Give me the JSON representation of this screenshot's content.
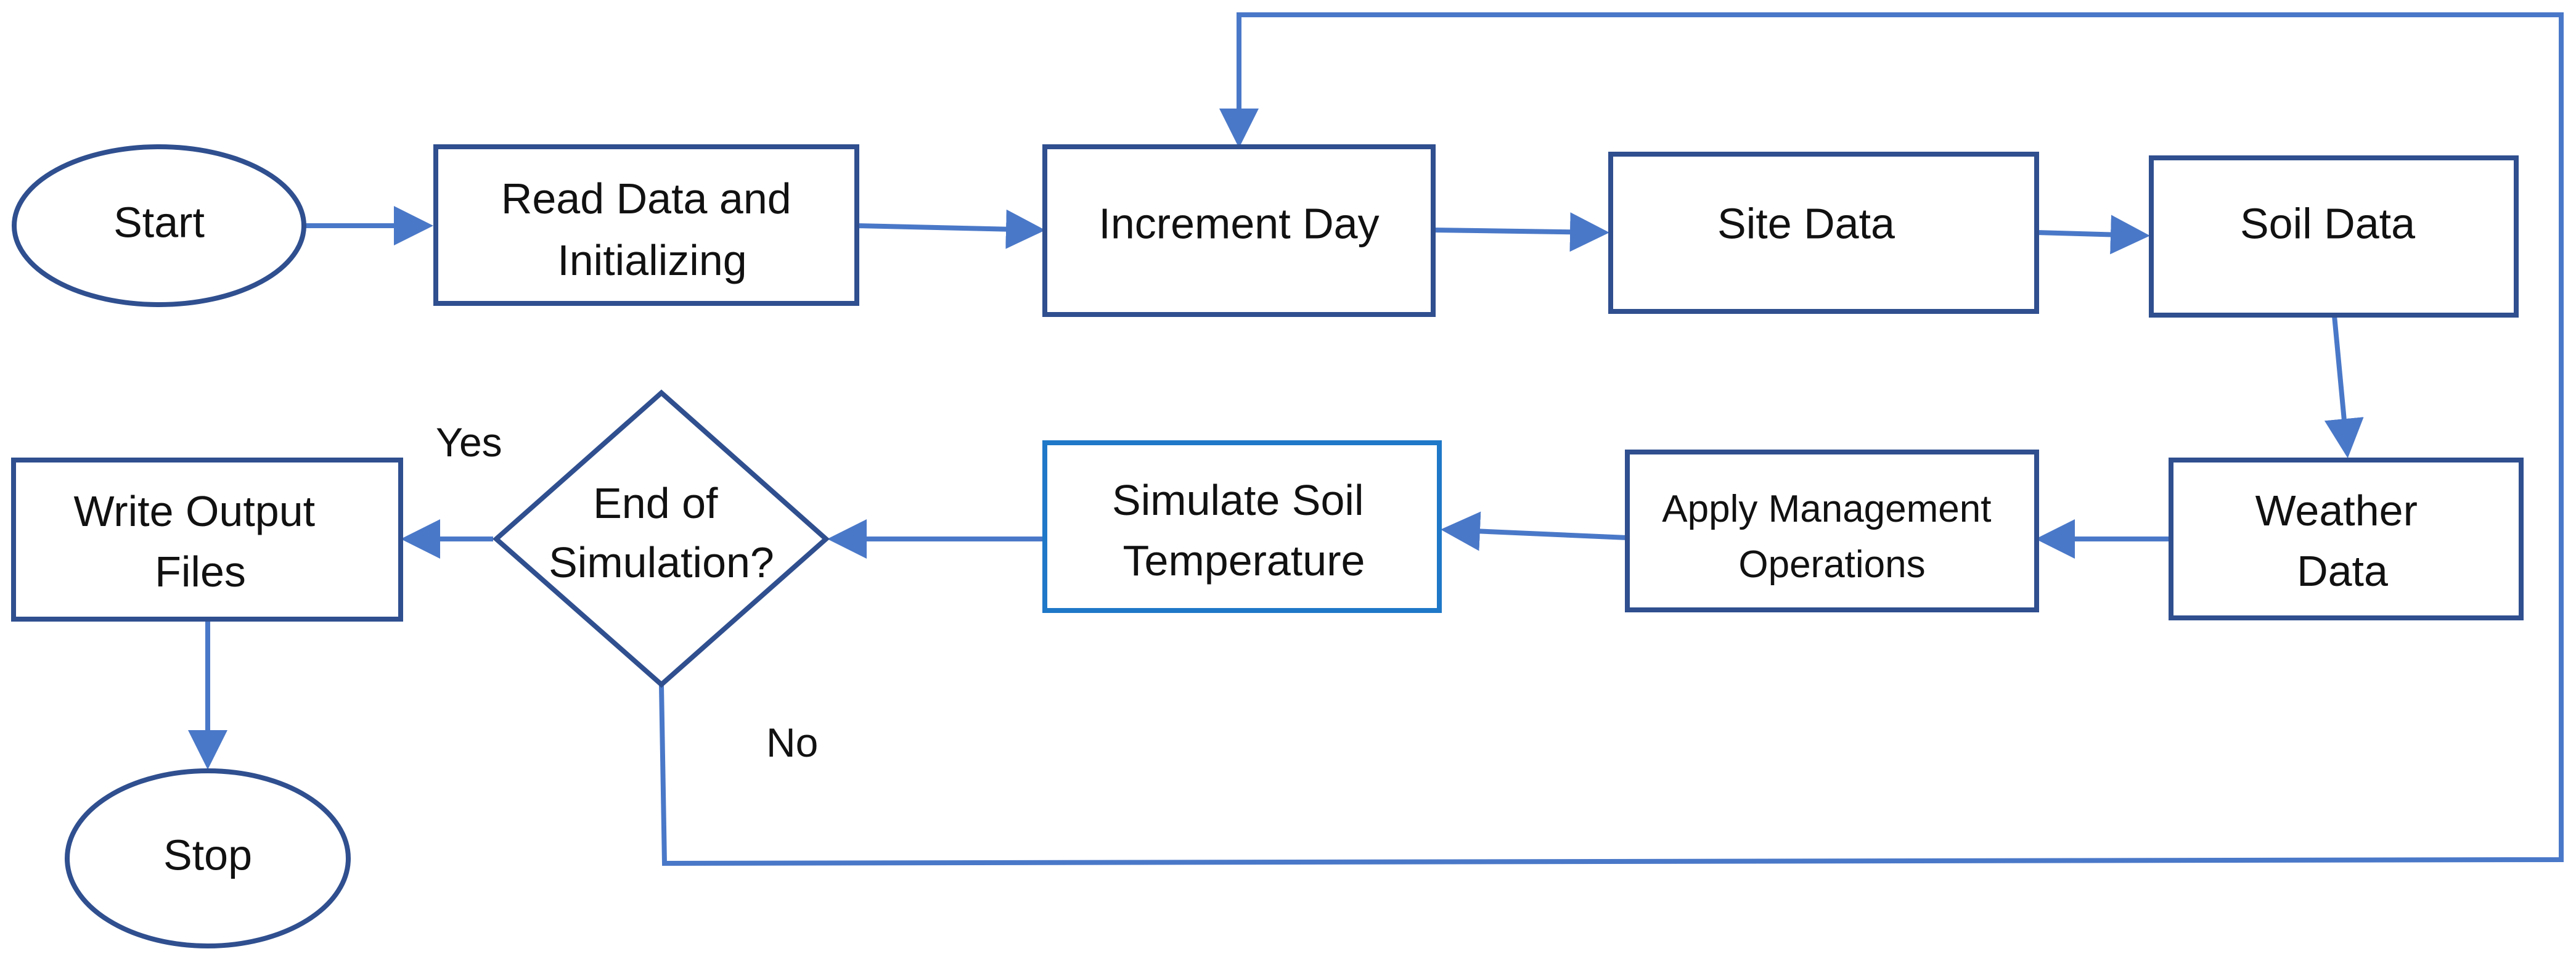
{
  "diagram": {
    "nodes": {
      "start": "Start",
      "read_data": [
        "Read Data and",
        "Initializing"
      ],
      "increment_day": "Increment Day",
      "site_data": "Site Data",
      "soil_data": "Soil Data",
      "weather_data": [
        "Weather",
        "Data"
      ],
      "apply_management": [
        "Apply Management",
        "Operations"
      ],
      "simulate_soil_temp": [
        "Simulate Soil",
        "Temperature"
      ],
      "end_of_simulation": [
        "End of",
        "Simulation?"
      ],
      "write_output": [
        "Write Output",
        "Files"
      ],
      "stop": "Stop"
    },
    "edge_labels": {
      "yes": "Yes",
      "no": "No"
    },
    "colors": {
      "node_border": "#2F4F8F",
      "highlight_border": "#1F78C8",
      "arrow": "#4A78C8"
    }
  }
}
